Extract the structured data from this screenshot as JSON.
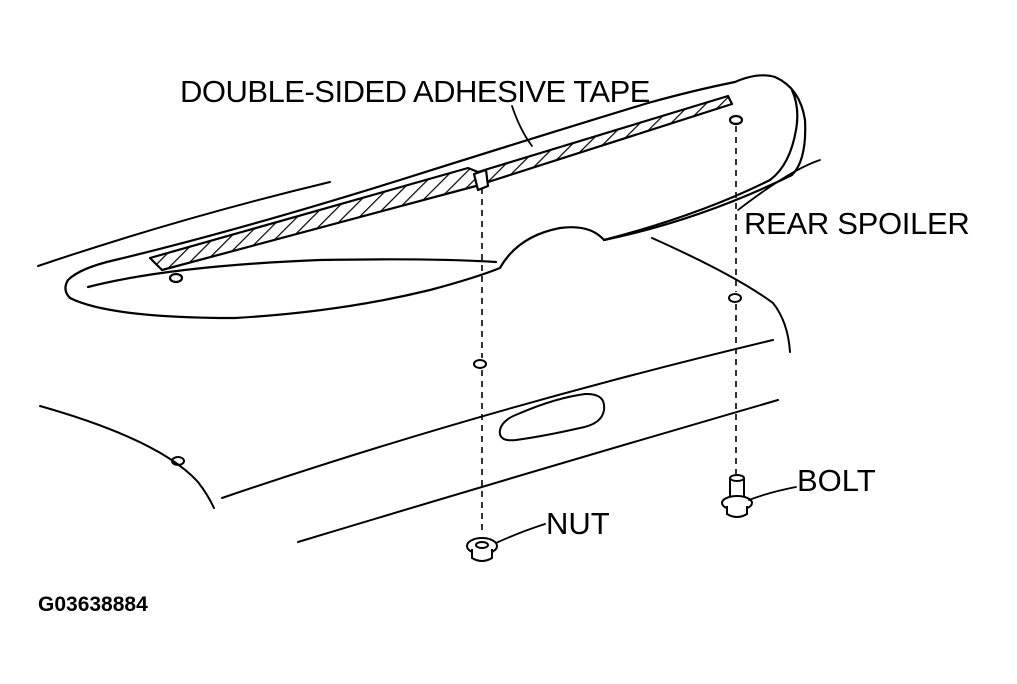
{
  "labels": {
    "tape": "DOUBLE-SIDED ADHESIVE TAPE",
    "spoiler": "REAR SPOILER",
    "bolt": "BOLT",
    "nut": "NUT",
    "figure_code": "G03638884"
  },
  "colors": {
    "ink": "#000000",
    "paper": "#ffffff",
    "spoiler_fill": "#ffffff"
  }
}
